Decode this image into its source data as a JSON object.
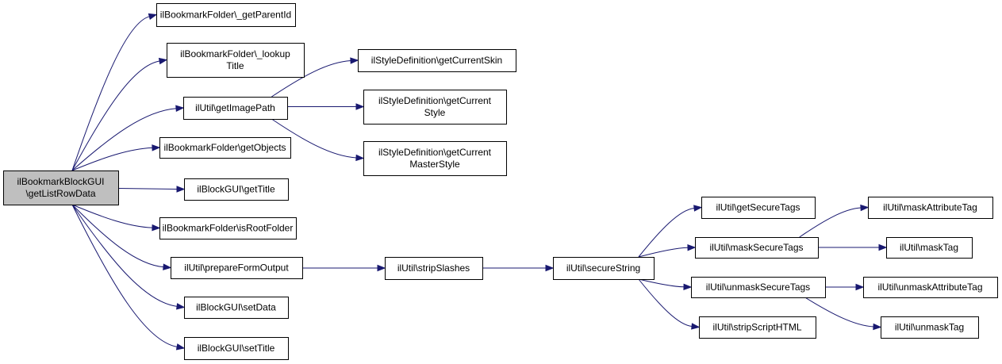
{
  "diagram": {
    "nodes": [
      {
        "id": "root",
        "lines": [
          "ilBookmarkBlockGUI",
          "\\getListRowData"
        ],
        "root": true
      },
      {
        "id": "getParentId",
        "lines": [
          "ilBookmarkFolder\\_getParentId"
        ]
      },
      {
        "id": "lookupTitle",
        "lines": [
          "ilBookmarkFolder\\_lookup",
          "Title"
        ]
      },
      {
        "id": "getImagePath",
        "lines": [
          "ilUtil\\getImagePath"
        ]
      },
      {
        "id": "getObjects",
        "lines": [
          "ilBookmarkFolder\\getObjects"
        ]
      },
      {
        "id": "getTitle",
        "lines": [
          "ilBlockGUI\\getTitle"
        ]
      },
      {
        "id": "isRootFolder",
        "lines": [
          "ilBookmarkFolder\\isRootFolder"
        ]
      },
      {
        "id": "prepareFormOutput",
        "lines": [
          "ilUtil\\prepareFormOutput"
        ]
      },
      {
        "id": "setData",
        "lines": [
          "ilBlockGUI\\setData"
        ]
      },
      {
        "id": "setTitle",
        "lines": [
          "ilBlockGUI\\setTitle"
        ]
      },
      {
        "id": "getCurrentSkin",
        "lines": [
          "ilStyleDefinition\\getCurrentSkin"
        ]
      },
      {
        "id": "getCurrentStyle",
        "lines": [
          "ilStyleDefinition\\getCurrent",
          "Style"
        ]
      },
      {
        "id": "getCurrentMasterStyle",
        "lines": [
          "ilStyleDefinition\\getCurrent",
          "MasterStyle"
        ]
      },
      {
        "id": "stripSlashes",
        "lines": [
          "ilUtil\\stripSlashes"
        ]
      },
      {
        "id": "secureString",
        "lines": [
          "ilUtil\\secureString"
        ]
      },
      {
        "id": "getSecureTags",
        "lines": [
          "ilUtil\\getSecureTags"
        ]
      },
      {
        "id": "maskSecureTags",
        "lines": [
          "ilUtil\\maskSecureTags"
        ]
      },
      {
        "id": "unmaskSecureTags",
        "lines": [
          "ilUtil\\unmaskSecureTags"
        ]
      },
      {
        "id": "stripScriptHTML",
        "lines": [
          "ilUtil\\stripScriptHTML"
        ]
      },
      {
        "id": "maskAttributeTag",
        "lines": [
          "ilUtil\\maskAttributeTag"
        ]
      },
      {
        "id": "maskTag",
        "lines": [
          "ilUtil\\maskTag"
        ]
      },
      {
        "id": "unmaskAttributeTag",
        "lines": [
          "ilUtil\\unmaskAttributeTag"
        ]
      },
      {
        "id": "unmaskTag",
        "lines": [
          "ilUtil\\unmaskTag"
        ]
      }
    ],
    "edges": [
      {
        "from": "root",
        "to": "getParentId"
      },
      {
        "from": "root",
        "to": "lookupTitle"
      },
      {
        "from": "root",
        "to": "getImagePath"
      },
      {
        "from": "root",
        "to": "getObjects"
      },
      {
        "from": "root",
        "to": "getTitle"
      },
      {
        "from": "root",
        "to": "isRootFolder"
      },
      {
        "from": "root",
        "to": "prepareFormOutput"
      },
      {
        "from": "root",
        "to": "setData"
      },
      {
        "from": "root",
        "to": "setTitle"
      },
      {
        "from": "getImagePath",
        "to": "getCurrentSkin"
      },
      {
        "from": "getImagePath",
        "to": "getCurrentStyle"
      },
      {
        "from": "getImagePath",
        "to": "getCurrentMasterStyle"
      },
      {
        "from": "prepareFormOutput",
        "to": "stripSlashes"
      },
      {
        "from": "stripSlashes",
        "to": "secureString"
      },
      {
        "from": "secureString",
        "to": "getSecureTags"
      },
      {
        "from": "secureString",
        "to": "maskSecureTags"
      },
      {
        "from": "secureString",
        "to": "unmaskSecureTags"
      },
      {
        "from": "secureString",
        "to": "stripScriptHTML"
      },
      {
        "from": "maskSecureTags",
        "to": "maskAttributeTag"
      },
      {
        "from": "maskSecureTags",
        "to": "maskTag"
      },
      {
        "from": "unmaskSecureTags",
        "to": "unmaskAttributeTag"
      },
      {
        "from": "unmaskSecureTags",
        "to": "unmaskTag"
      }
    ],
    "colors": {
      "edge": "#191970",
      "node_border": "#000000",
      "node_fill": "#ffffff",
      "root_fill": "#bfbfbf"
    }
  }
}
